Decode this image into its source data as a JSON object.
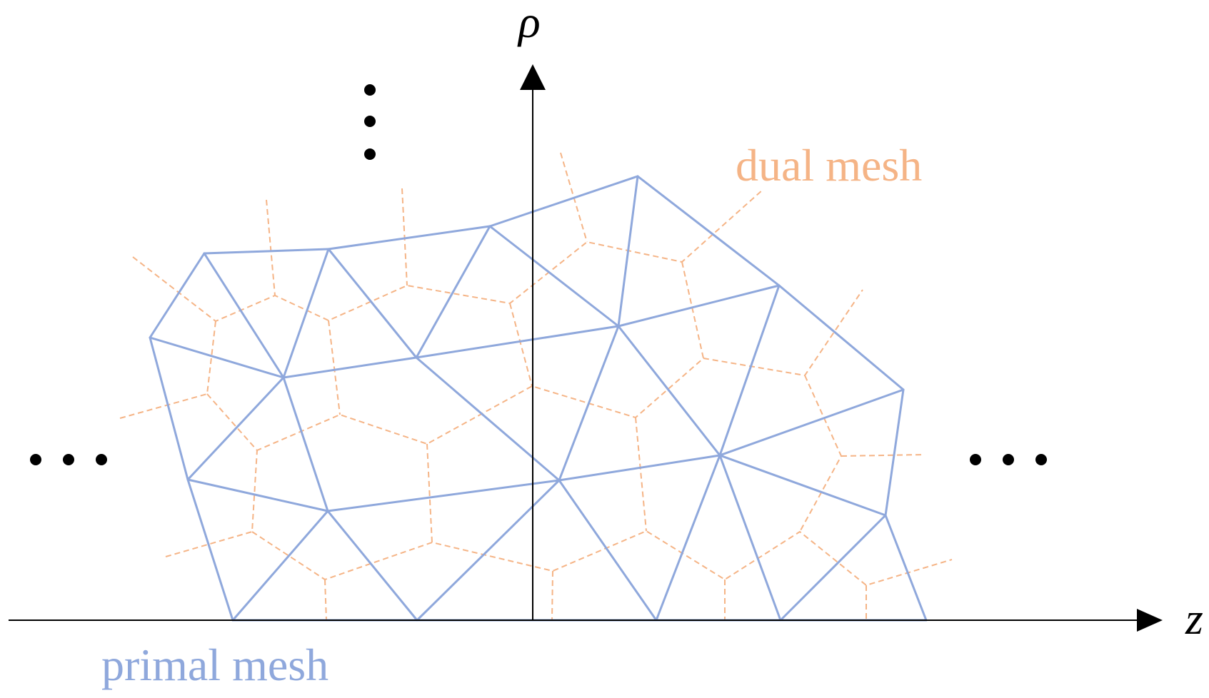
{
  "labels": {
    "rho_axis": "ρ",
    "z_axis": "z",
    "dual_mesh": "dual mesh",
    "primal_mesh": "primal mesh"
  },
  "colors": {
    "primal": "#8FA8DC",
    "dual": "#F5B486",
    "axis": "#000000",
    "dots": "#000000"
  }
}
